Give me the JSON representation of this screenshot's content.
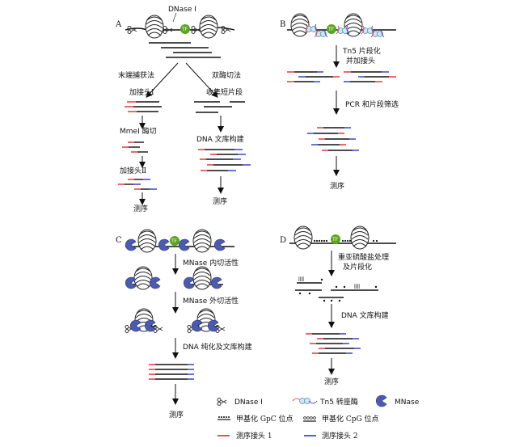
{
  "panels": {
    "a": {
      "label": "A",
      "dnase": "DNase Ⅰ",
      "tf": "TF",
      "left_branch": "末端捕获法",
      "right_branch": "双酶切法",
      "add_adapter_1": "加接头Ⅰ",
      "collect": "收集短片段",
      "mmei": "MmeI 酶切",
      "add_adapter_2": "加接头Ⅱ",
      "dna_lib": "DNA 文库构建",
      "seq_left": "测序",
      "seq_right": "测序"
    },
    "b": {
      "label": "B",
      "tf": "TF",
      "step1": "Tn5 片段化",
      "step1b": "并加接头",
      "step2": "PCR 和片段筛选",
      "seq": "测序"
    },
    "c": {
      "label": "C",
      "tf": "TF",
      "step1": "MNase 内切活性",
      "step2": "MNase 外切活性",
      "step3": "DNA 纯化及文库构建",
      "seq": "测序"
    },
    "d": {
      "label": "D",
      "tf": "TF",
      "step1": "重亚硫酸盐处理",
      "step1b": "及片段化",
      "step2": "DNA 文库构建",
      "seq": "测序"
    }
  },
  "legend": {
    "dnase": "DNase Ⅰ",
    "tn5": "Tn5 转座酶",
    "mnase": "MNase",
    "gpc": "甲基化 GpC 位点",
    "cpg": "甲基化 CpG 位点",
    "adapter1": "测序接头 1",
    "adapter2": "测序接头 2"
  },
  "colors": {
    "adapter1": "#e8262b",
    "adapter2": "#2b35c9",
    "tf": "#5aa51e",
    "mnase": "#4a5bb0",
    "tn5": "#8fc8e6"
  }
}
